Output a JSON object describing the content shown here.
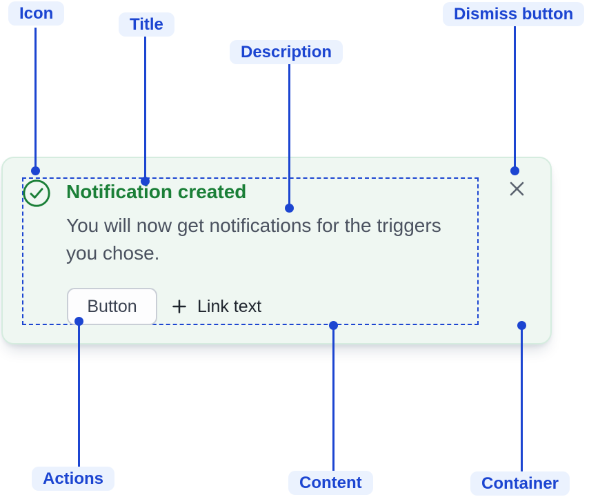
{
  "colors": {
    "annotation_blue": "#1C45D1",
    "annotation_pill_bg": "#EBF2FE",
    "success_green": "#1A7F37",
    "card_background": "#EFF7F2",
    "card_border": "#D5ECDF",
    "description_text": "#4A515F",
    "dismiss_icon_gray": "#59616E"
  },
  "annotations": {
    "icon": "Icon",
    "title": "Title",
    "description": "Description",
    "dismiss": "Dismiss button",
    "actions": "Actions",
    "content": "Content",
    "container": "Container"
  },
  "flag": {
    "title": "Notification created",
    "description": "You will now get notifications for the triggers you chose.",
    "button_label": "Button",
    "link_label": "Link text",
    "icons": {
      "status": "check-circle-icon",
      "link_prefix": "plus-icon",
      "dismiss": "close-icon"
    }
  }
}
